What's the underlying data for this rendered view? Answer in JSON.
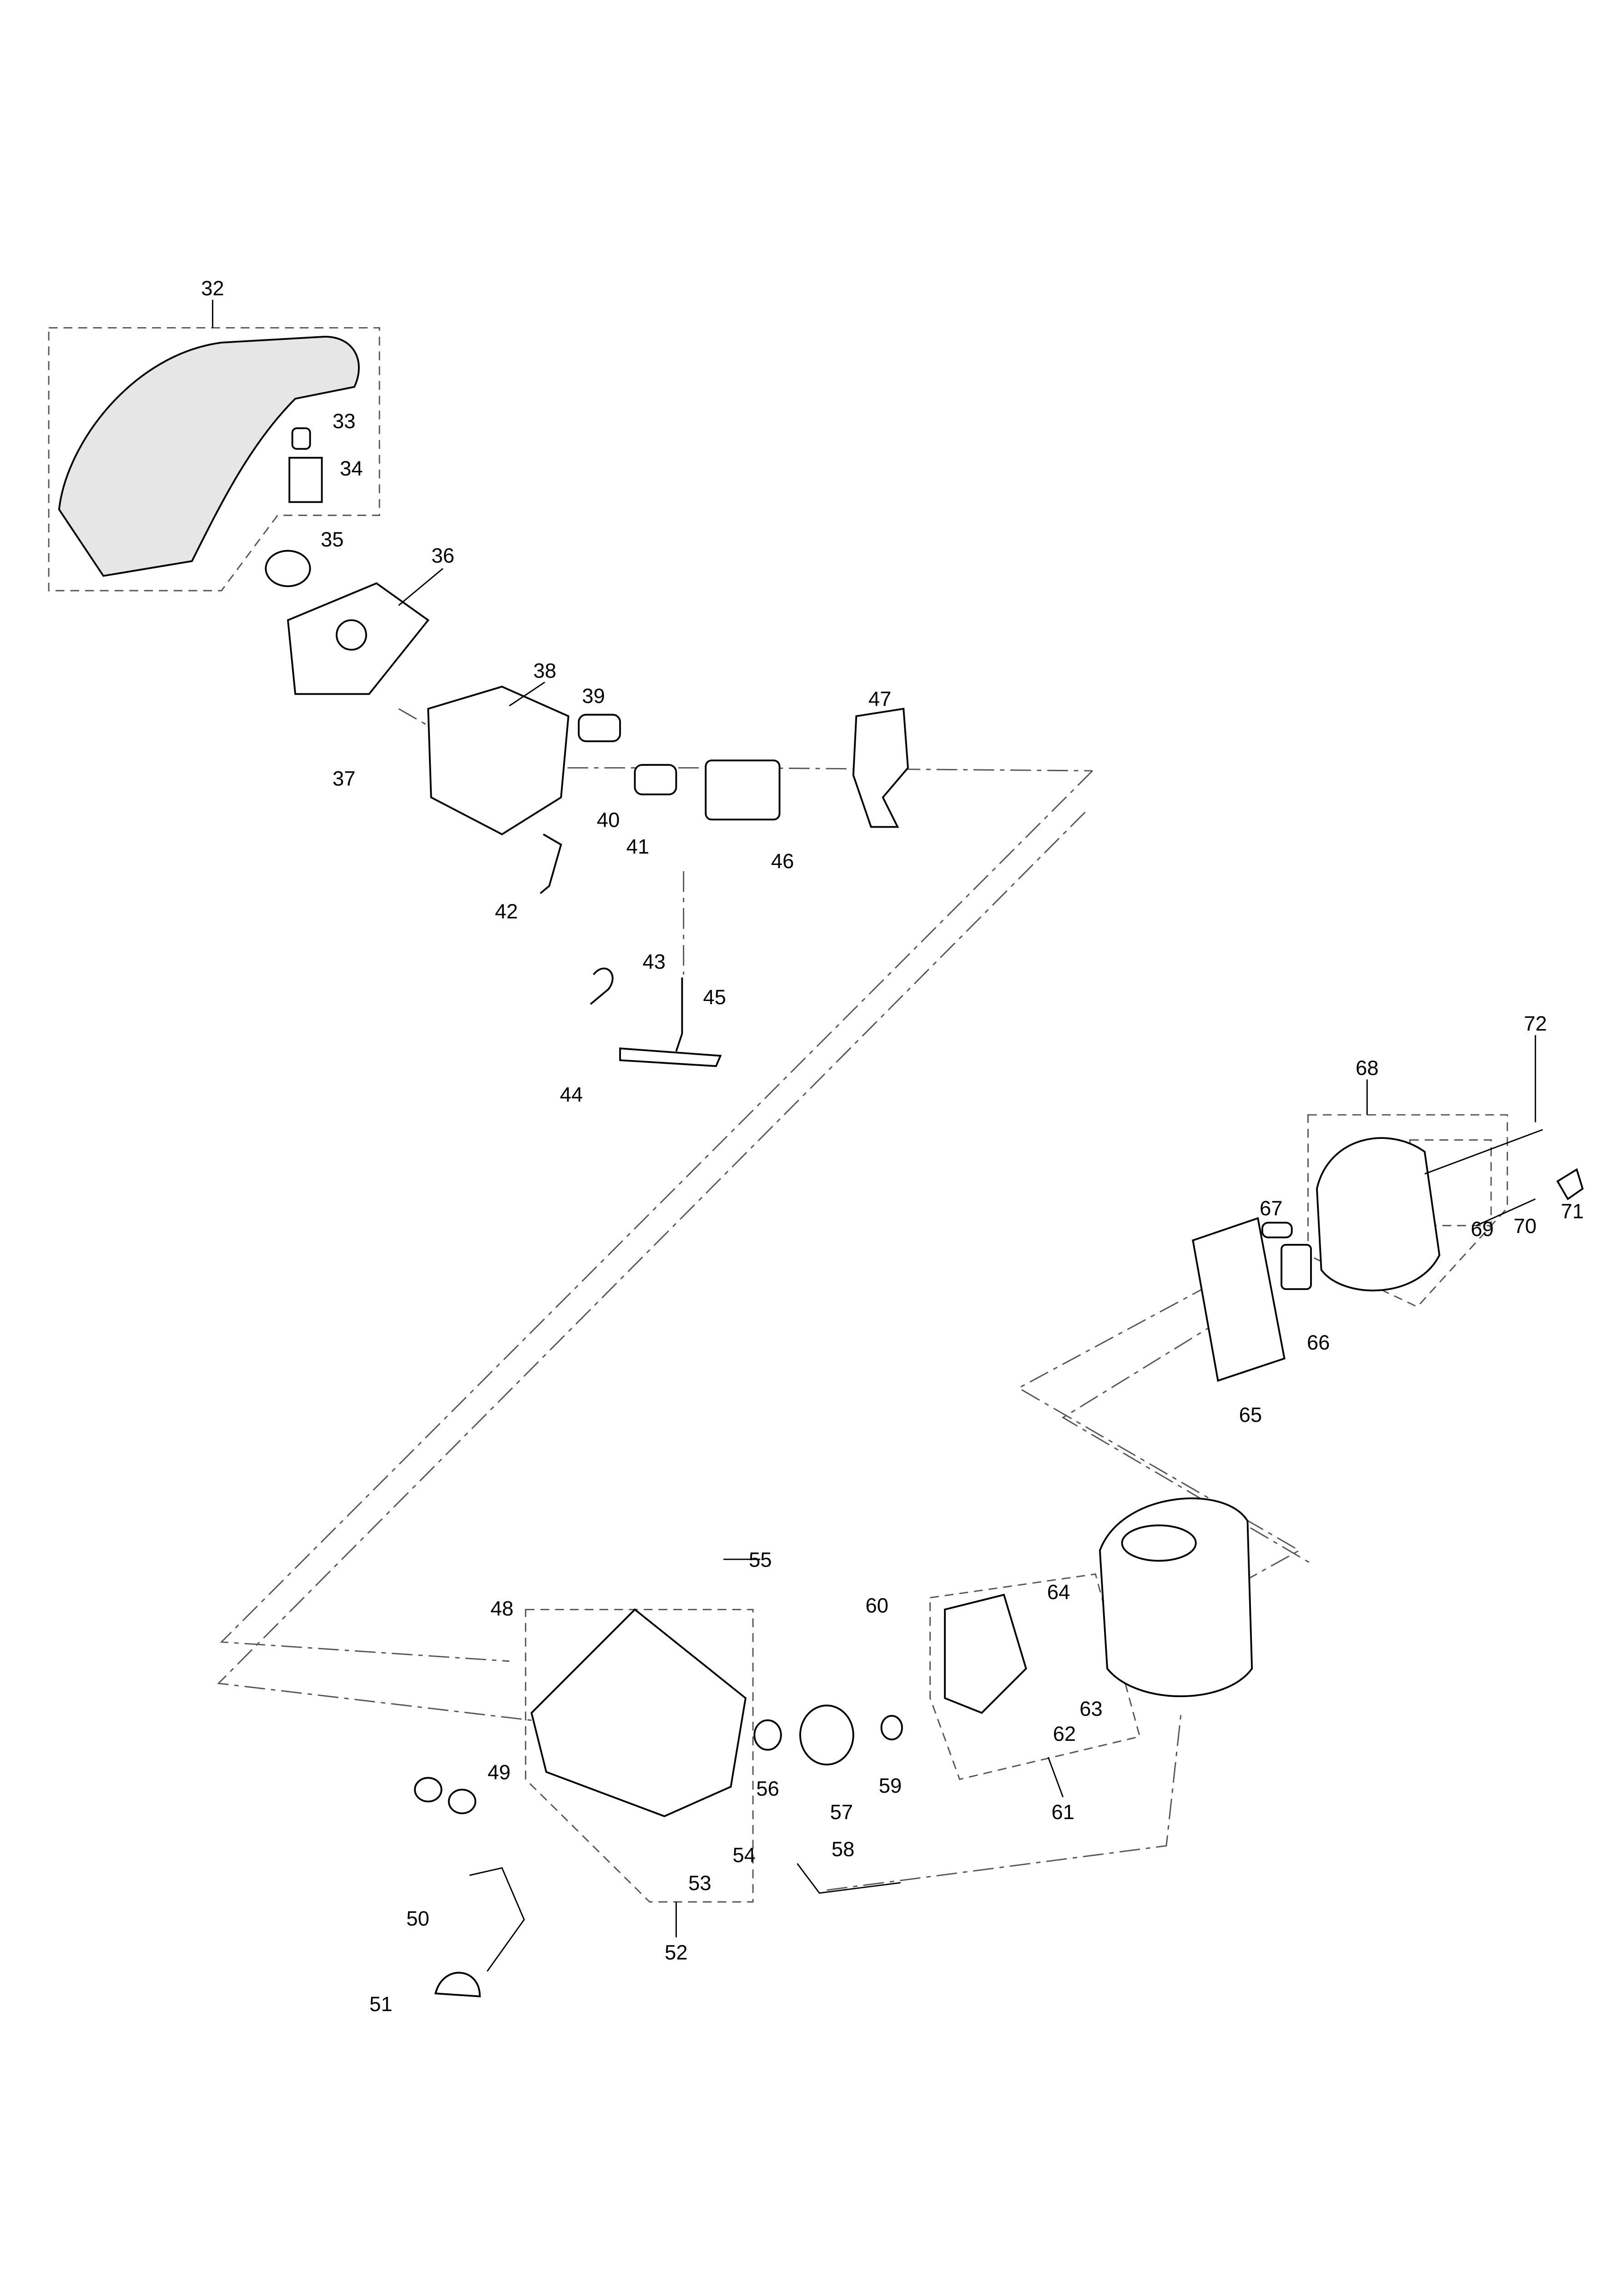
{
  "diagram": {
    "type": "exploded-parts-view",
    "labels": [
      "32",
      "33",
      "34",
      "35",
      "36",
      "37",
      "38",
      "39",
      "40",
      "41",
      "42",
      "43",
      "44",
      "45",
      "46",
      "47",
      "48",
      "49",
      "50",
      "51",
      "52",
      "53",
      "54",
      "55",
      "56",
      "57",
      "58",
      "59",
      "60",
      "61",
      "62",
      "63",
      "64",
      "65",
      "66",
      "67",
      "68",
      "69",
      "70",
      "71",
      "72"
    ]
  }
}
